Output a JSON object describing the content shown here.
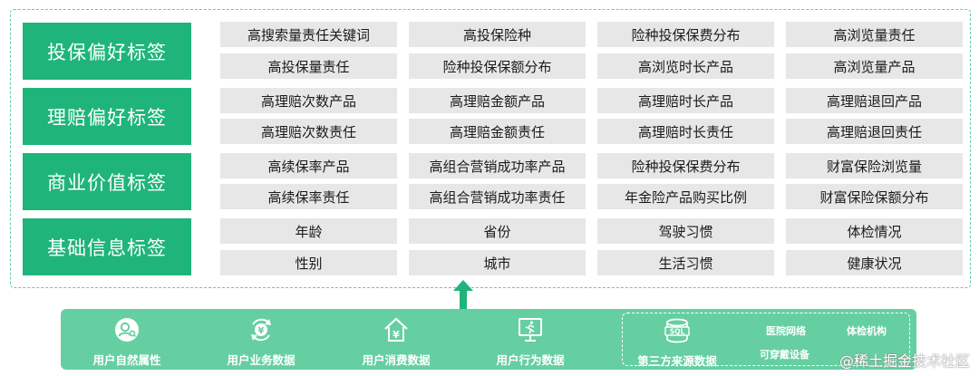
{
  "categories": [
    "投保偏好标签",
    "理赔偏好标签",
    "商业价值标签",
    "基础信息标签"
  ],
  "tag_rows": [
    [
      "高搜索量责任关键词",
      "高投保险种",
      "险种投保保费分布",
      "高浏览量责任"
    ],
    [
      "高投保量责任",
      "险种投保保额分布",
      "高浏览时长产品",
      "高浏览量产品"
    ],
    [
      "高理赔次数产品",
      "高理赔金额产品",
      "高理赔时长产品",
      "高理赔退回产品"
    ],
    [
      "高理赔次数责任",
      "高理赔金额责任",
      "高理赔时长责任",
      "高理赔退回责任"
    ],
    [
      "高续保率产品",
      "高组合营销成功率产品",
      "险种投保保费分布",
      "财富保险浏览量"
    ],
    [
      "高续保率责任",
      "高组合营销成功率责任",
      "年金险产品购买比例",
      "财富保险保额分布"
    ],
    [
      "年龄",
      "省份",
      "驾驶习惯",
      "体检情况"
    ],
    [
      "性别",
      "城市",
      "生活习惯",
      "健康状况"
    ]
  ],
  "sources": [
    {
      "label": "用户自然属性",
      "icon": "user-icon"
    },
    {
      "label": "用户业务数据",
      "icon": "yen-cycle-icon"
    },
    {
      "label": "用户消费数据",
      "icon": "house-yen-icon"
    },
    {
      "label": "用户行为数据",
      "icon": "monitor-runner-icon"
    }
  ],
  "third_party": {
    "label": "第三方来源数据",
    "icon": "sql-database-icon",
    "icon_text": "SQL",
    "items": [
      "医院网络",
      "体检机构",
      "可穿戴设备"
    ]
  },
  "watermark": "@稀土掘金技术社区",
  "colors": {
    "category_bg": "#1fb57a",
    "tag_bg": "#e7e7e7",
    "source_bar_bg": "#66cfa2",
    "frame_border": "#5fcfa6",
    "arrow": "#1fb57a"
  }
}
